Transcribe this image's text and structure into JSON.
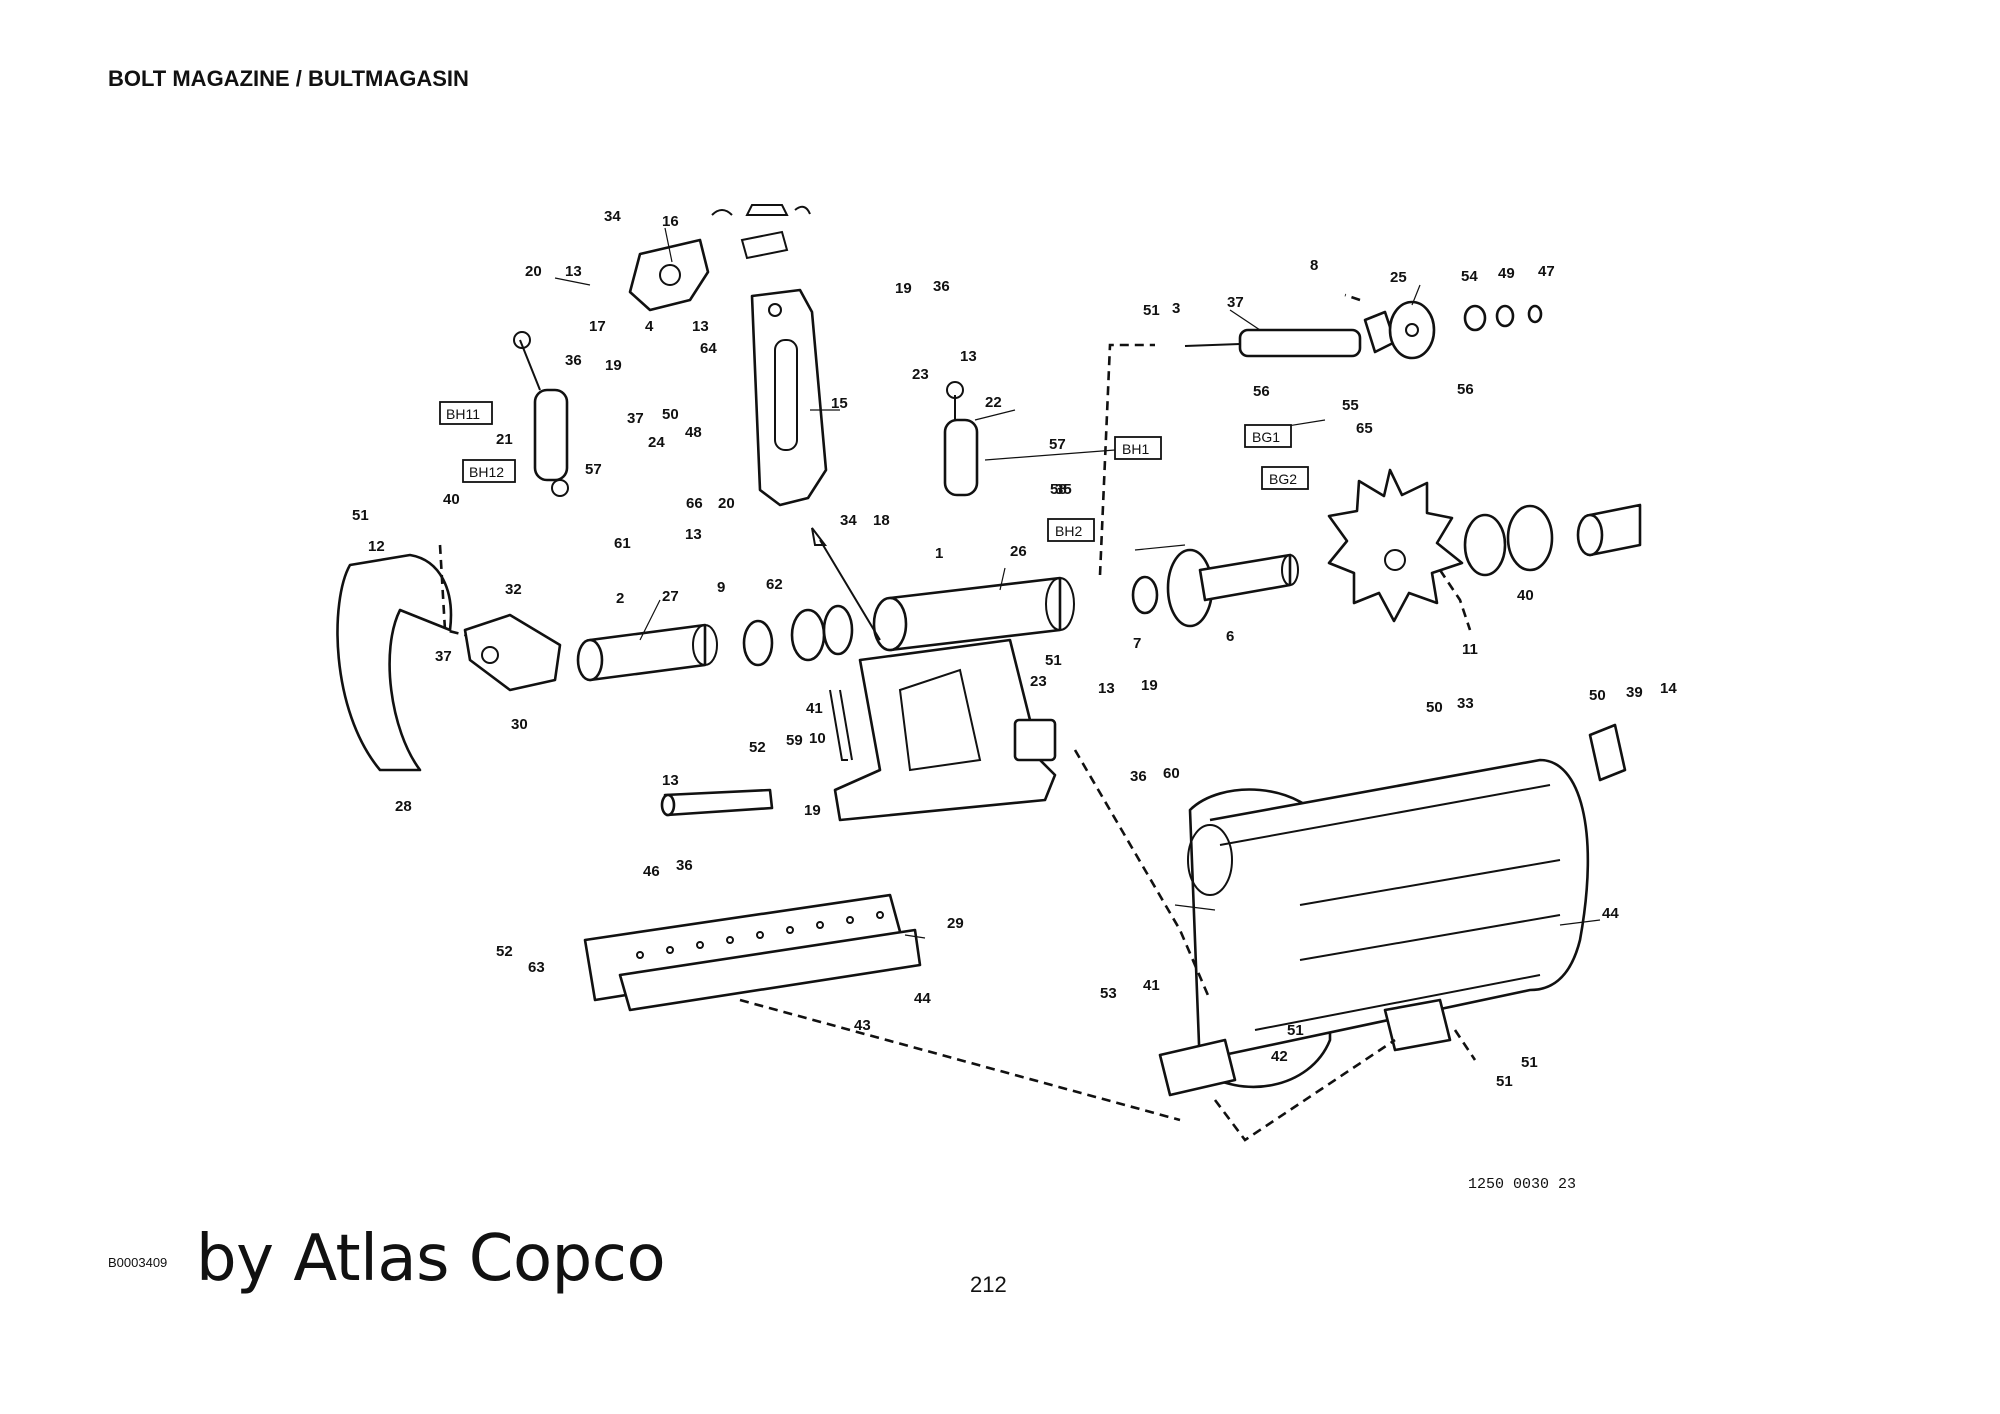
{
  "header": {
    "title": "BOLT MAGAZINE / BULTMAGASIN"
  },
  "footer": {
    "doc_id": "B0003409",
    "brand": "by Atlas Copco",
    "page_number": "212"
  },
  "diagram": {
    "drawing_number": "1250  0030 23",
    "boxed_labels": [
      "BH11",
      "BH12",
      "BH1",
      "BH2",
      "BG1",
      "BG2"
    ],
    "part_numbers": [
      "34",
      "16",
      "20",
      "13",
      "17",
      "4",
      "13",
      "64",
      "19",
      "36",
      "13",
      "23",
      "22",
      "36",
      "19",
      "37",
      "50",
      "15",
      "48",
      "24",
      "66",
      "20",
      "18",
      "34",
      "57",
      "21",
      "57",
      "58",
      "35",
      "8",
      "25",
      "54",
      "49",
      "47",
      "51",
      "3",
      "37",
      "56",
      "56",
      "55",
      "65",
      "40",
      "51",
      "12",
      "61",
      "13",
      "1",
      "26",
      "7",
      "6",
      "40",
      "11",
      "32",
      "2",
      "27",
      "9",
      "62",
      "37",
      "30",
      "28",
      "41",
      "51",
      "23",
      "13",
      "19",
      "36",
      "60",
      "52",
      "59",
      "10",
      "13",
      "19",
      "36",
      "46",
      "50",
      "33",
      "50",
      "39",
      "14",
      "29",
      "44",
      "52",
      "63",
      "43",
      "44",
      "53",
      "41",
      "51",
      "42",
      "51"
    ]
  }
}
